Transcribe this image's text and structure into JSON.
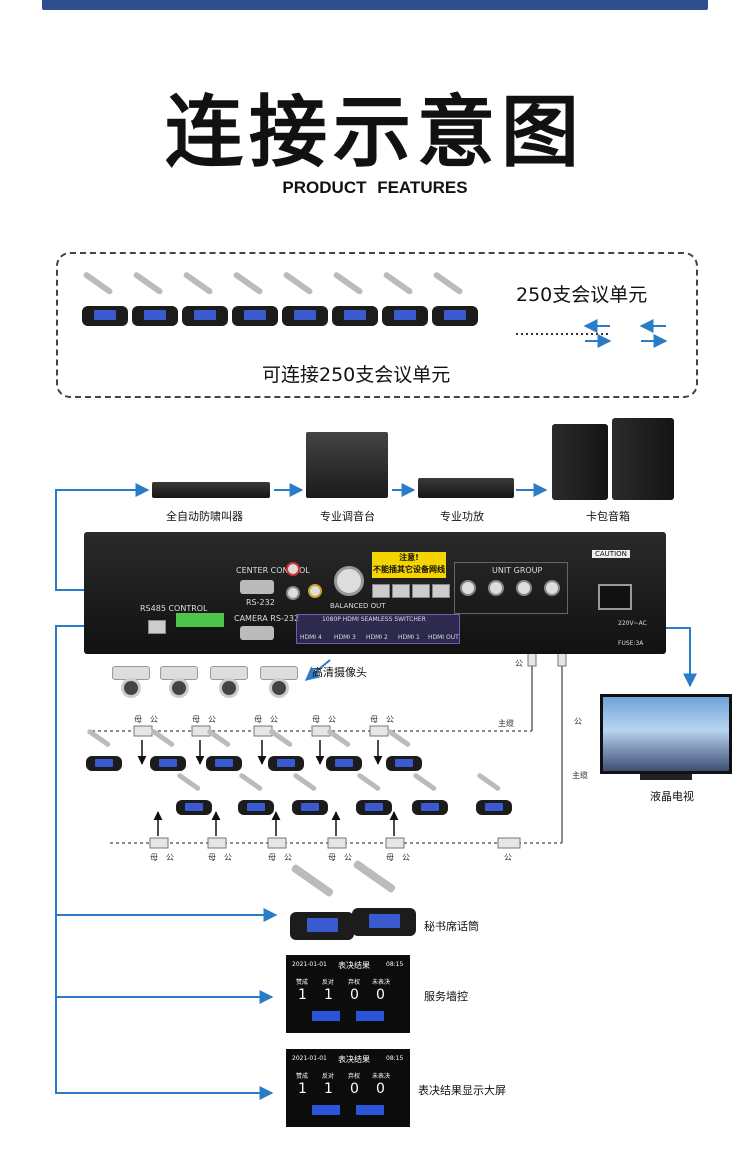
{
  "header": {
    "title": "连接示意图",
    "subtitle": "PRODUCT FEATURES"
  },
  "units_box": {
    "count_label": "250支会议单元",
    "caption": "可连接250支会议单元"
  },
  "devices": {
    "feedback": "全自动防啸叫器",
    "mixer": "专业调音台",
    "amp": "专业功放",
    "speaker": "卡包音箱",
    "camera": "高清摄像头",
    "tv": "液晶电视",
    "secretary": "秘书席话筒",
    "service": "服务墙控",
    "bigscreen": "表决结果显示大屏"
  },
  "panel": {
    "warning_line1": "注意!",
    "warning_line2": "不能插其它设备网线",
    "rs485": "RS485 CONTROL",
    "center": "CENTER CONTROL",
    "rs232": "RS-232",
    "camera_rs232": "CAMERA RS-232",
    "unit_group": "UNIT GROUP",
    "balanced": "BALANCED OUT",
    "hdmi_switch": "1080P HDMI SEAMLESS SWITCHER",
    "hdmi4": "HDMI 4",
    "hdmi3": "HDMI 3",
    "hdmi2": "HDMI 2",
    "hdmi1": "HDMI 1",
    "hdmi_out": "HDMI OUT",
    "caution": "CAUTION",
    "fuse": "FUSE:3A",
    "power": "220V~AC"
  },
  "cable": {
    "gong": "公",
    "mu": "母",
    "trunk": "主缆"
  },
  "vote_screen": {
    "date": "2021-01-01",
    "title": "表决结果",
    "time": "08:15",
    "headers": [
      "赞成",
      "反对",
      "弃权",
      "未表决"
    ],
    "values": [
      "1",
      "1",
      "0",
      "0"
    ]
  },
  "colors": {
    "arrow": "#2a7cc7",
    "accent_bar": "#2f4e8f",
    "warning": "#f5d400"
  }
}
